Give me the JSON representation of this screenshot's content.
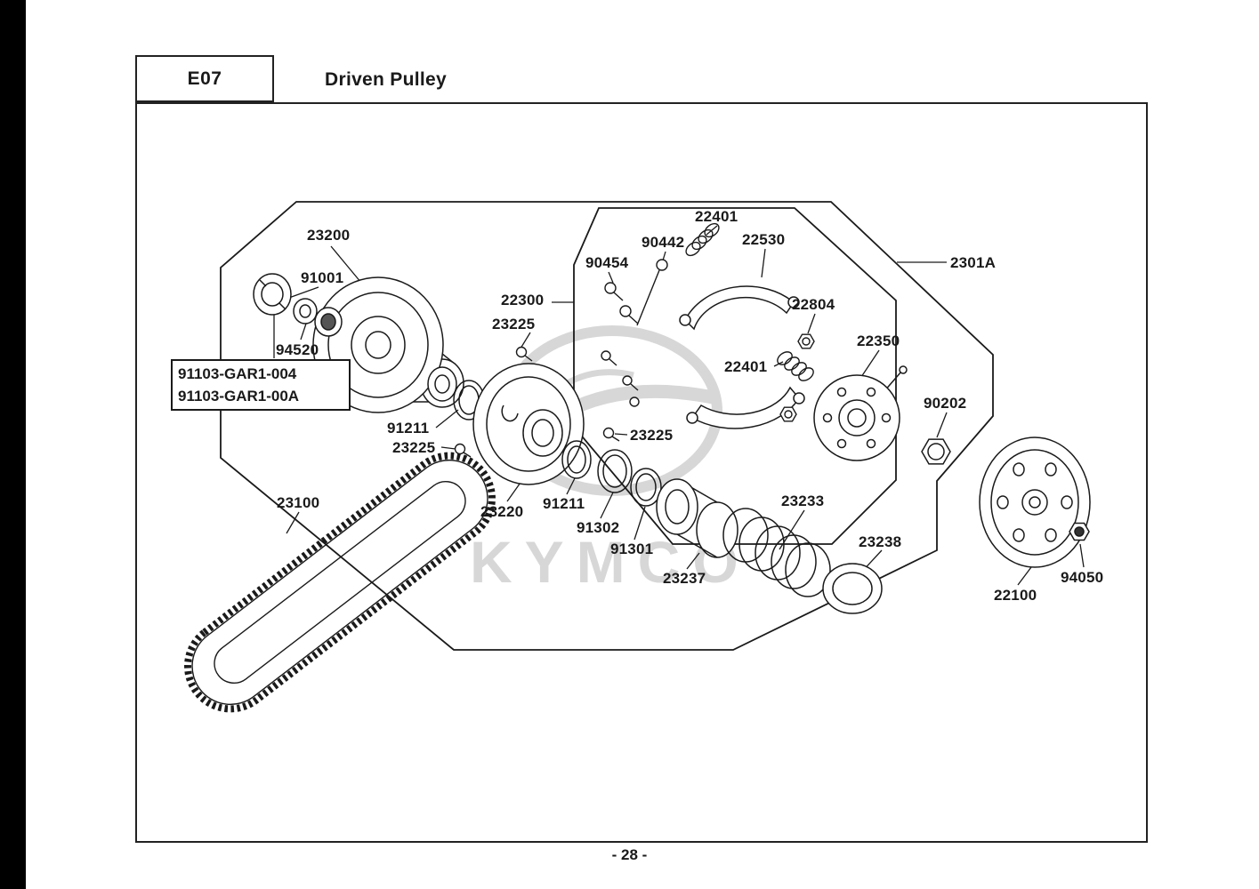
{
  "page": {
    "code": "E07",
    "title": "Driven Pulley",
    "page_number": "- 28 -",
    "watermark": "KYMCO"
  },
  "colors": {
    "line": "#1a1a1a",
    "watermark": "#d7d7d7"
  },
  "diagram": {
    "assembly_ref": "2301A",
    "part_labels": [
      "23200",
      "91001",
      "94520",
      "22300",
      "23225",
      "90454",
      "90442",
      "22401",
      "22530",
      "22804",
      "22350",
      "22401",
      "90202",
      "2301A",
      "91211",
      "23225",
      "23100",
      "23220",
      "91211",
      "91302",
      "23225",
      "91301",
      "23237",
      "23233",
      "23238",
      "22100",
      "94050"
    ],
    "boxed_labels": [
      "91103-GAR1-004",
      "91103-GAR1-00A"
    ]
  }
}
